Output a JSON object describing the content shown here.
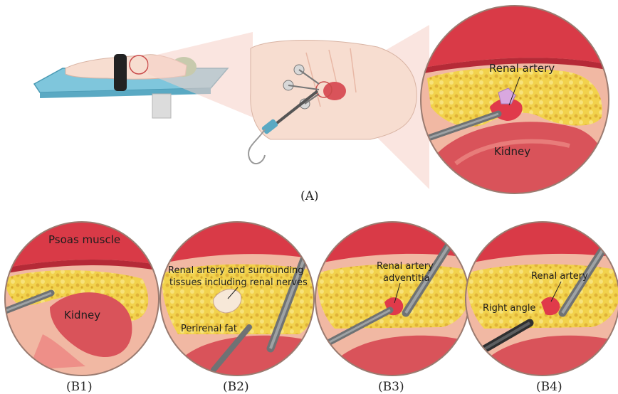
{
  "panel_a": {
    "caption": "(A)",
    "labels": {
      "renal_artery": "Renal artery",
      "kidney": "Kidney"
    }
  },
  "panel_b1": {
    "caption": "(B1)",
    "labels": {
      "psoas": "Psoas muscle",
      "kidney": "Kidney"
    }
  },
  "panel_b2": {
    "caption": "(B2)",
    "labels": {
      "line1": "Renal artery and surrounding",
      "line2": "tissues including renal nerves",
      "fat": "Perirenal fat"
    }
  },
  "panel_b3": {
    "caption": "(B3)",
    "labels": {
      "line1": "Renal artery",
      "line2": "adventitia"
    }
  },
  "panel_b4": {
    "caption": "(B4)",
    "labels": {
      "artery": "Renal artery",
      "angle": "Right angle"
    }
  },
  "colors": {
    "muscle": "#d93a47",
    "muscle_dark": "#b52a37",
    "fat": "#f2d24c",
    "fat_dark": "#d9a92a",
    "tissue": "#f1b8a3",
    "kidney": "#d9535a",
    "kidney_light": "#ee8f88",
    "skin": "#f7ddd0",
    "table": "#7fc6dc",
    "instrument": "#6f7274",
    "cone": "#f6cfc6"
  }
}
